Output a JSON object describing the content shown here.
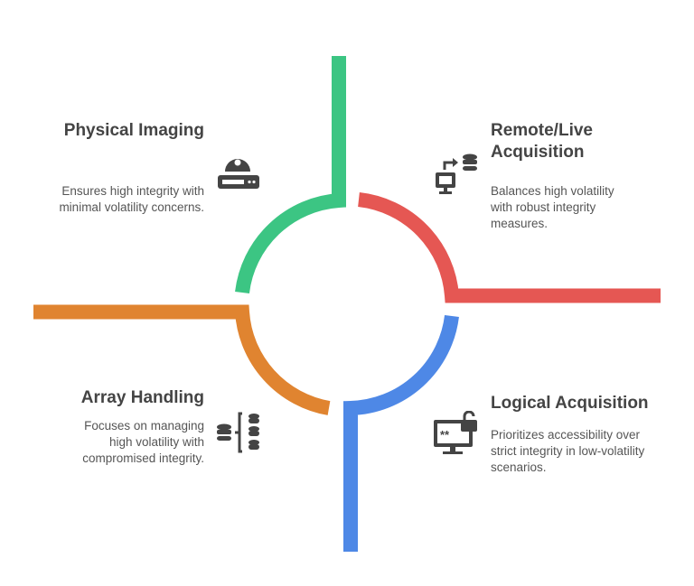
{
  "colors": {
    "green": "#3CC583",
    "red": "#E55753",
    "blue": "#4E88E6",
    "orange": "#E08430",
    "text": "#444444"
  },
  "quadrants": [
    {
      "title": "Physical Imaging",
      "description": "Ensures high integrity with minimal volatility concerns.",
      "icon": "disk-drive-icon"
    },
    {
      "title": "Remote/Live Acquisition",
      "description": "Balances high volatility with robust integrity measures.",
      "icon": "remote-database-icon"
    },
    {
      "title": "Array Handling",
      "description": "Focuses on managing high volatility with compromised integrity.",
      "icon": "database-array-icon"
    },
    {
      "title": "Logical Acquisition",
      "description": "Prioritizes accessibility over strict integrity in low-volatility scenarios.",
      "icon": "monitor-unlock-icon"
    }
  ]
}
